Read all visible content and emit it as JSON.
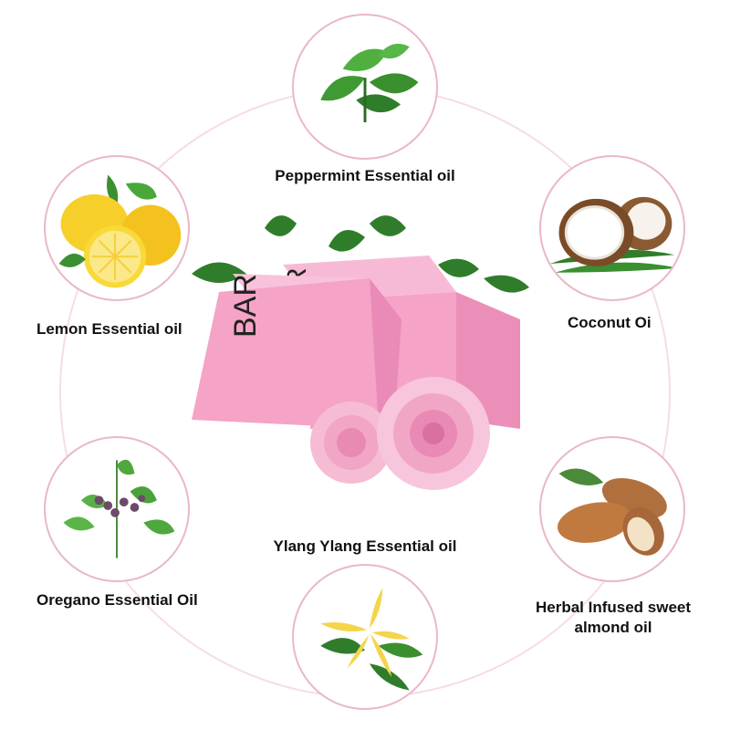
{
  "ingredients": [
    {
      "label": "Peppermint Essential oil",
      "icon": "peppermint-leaves-icon"
    },
    {
      "label": "Lemon Essential oil",
      "icon": "lemon-icon"
    },
    {
      "label": "Coconut Oi",
      "icon": "coconut-icon"
    },
    {
      "label": "Oregano Essential Oil",
      "icon": "oregano-icon"
    },
    {
      "label": "Herbal Infused sweet almond oil",
      "icon": "almond-icon"
    },
    {
      "label": "Ylang Ylang Essential oil",
      "icon": "ylang-ylang-flower-icon"
    }
  ],
  "soap": {
    "front_text": "BAR",
    "back_text": "R"
  },
  "colors": {
    "ring": "#f6dce5",
    "bubble_border": "#eab8c8",
    "soap": "#f5a3c7",
    "rose": "#f2a6c6",
    "leaf": "#2f7d2a"
  }
}
